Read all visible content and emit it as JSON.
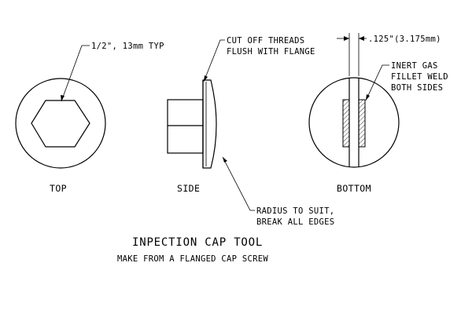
{
  "drawing": {
    "title": "INPECTION CAP TOOL",
    "subtitle": "MAKE FROM A FLANGED CAP SCREW",
    "views": {
      "top": {
        "label": "TOP",
        "callout": "1/2\", 13mm TYP"
      },
      "side": {
        "label": "SIDE",
        "callout_top_line1": "CUT OFF THREADS",
        "callout_top_line2": "FLUSH WITH FLANGE",
        "callout_bottom_line1": "RADIUS TO SUIT,",
        "callout_bottom_line2": "BREAK ALL EDGES"
      },
      "bottom": {
        "label": "BOTTOM",
        "dimension": ".125\"(3.175mm)",
        "callout_line1": "INERT GAS",
        "callout_line2": "FILLET WELD",
        "callout_line3": "BOTH SIDES"
      }
    }
  }
}
